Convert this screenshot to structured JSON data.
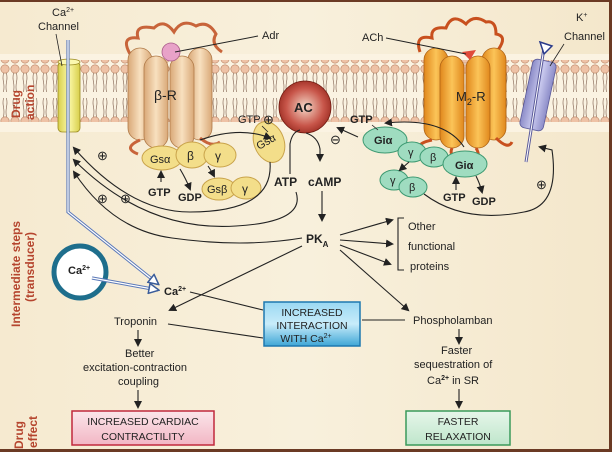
{
  "membrane": {
    "ca_channel_label_1": "Ca",
    "ca_channel_label_sup": "2+",
    "ca_channel_label_2": "Channel",
    "adr_label": "Adr",
    "beta_receptor_label": "β-R",
    "ach_label": "ACh",
    "m2_receptor_label_m": "M",
    "m2_receptor_label_sub": "2",
    "m2_receptor_label_r": "-R",
    "k_channel_label_1": "K",
    "k_channel_label_sup": "+",
    "k_channel_label_2": "Channel",
    "ac_label": "AC"
  },
  "side_labels": {
    "drug_action_1": "Drug",
    "drug_action_2": "action",
    "intermediate_1": "Intermediate steps",
    "intermediate_2": "(transducer)",
    "drug_effect_1": "Drug",
    "drug_effect_2": "effect"
  },
  "gs_proteins": {
    "gs_alpha": "Gsα",
    "beta": "β",
    "gamma": "γ",
    "gs_beta": "Gsβ",
    "gamma2": "γ",
    "gs_alpha_active": "Gsα",
    "gtp_1": "GTP",
    "gdp_1": "GDP",
    "gtp_2": "GTP"
  },
  "gi_proteins": {
    "gi_alpha_active": "Giα",
    "gtp_1": "GTP",
    "gamma": "γ",
    "beta": "β",
    "gi_alpha": "Giα",
    "gamma2": "γ",
    "beta2": "β",
    "gtp_2": "GTP",
    "gdp": "GDP"
  },
  "signs": {
    "plus": "⊕",
    "minus": "⊖"
  },
  "pathway": {
    "atp": "ATP",
    "camp": "cAMP",
    "pka": "PK",
    "pka_sub": "A",
    "other_1": "Other",
    "other_2": "functional",
    "other_3": "proteins",
    "ca_store": "Ca",
    "ca_store_sup": "2+",
    "ca_free": "Ca",
    "ca_free_sup": "2+",
    "troponin": "Troponin",
    "better_1": "Better",
    "better_2": "excitation-contraction",
    "better_3": "coupling",
    "interaction_1": "INCREASED",
    "interaction_2": "INTERACTION",
    "interaction_3": "WITH Ca",
    "interaction_sup": "2+",
    "phospholamban": "Phospholamban",
    "faster_seq_1": "Faster",
    "faster_seq_2": "sequestration of",
    "faster_seq_3a": "Ca",
    "faster_seq_3sup": "2+",
    "faster_seq_3b": " in SR"
  },
  "effects": {
    "contractility_1": "INCREASED CARDIAC",
    "contractility_2": "CONTRACTILITY",
    "relaxation_1": "FASTER",
    "relaxation_2": "RELAXATION"
  },
  "colors": {
    "background": "#f7eed8",
    "membrane_head": "#e8b89a",
    "beta_receptor": "#f2cfa3",
    "m2_receptor": "#f4a53a",
    "gs_protein": "#f3de8a",
    "gi_protein": "#9fdcc0",
    "ac_enzyme": "#b23a2c",
    "ca_channel": "#f1ee7a",
    "k_channel": "#a8a8dc",
    "side_label": "#b5452e",
    "contractility_box": "#f7c9d3",
    "interaction_box": "#5bb8e0",
    "relaxation_box": "#cfecd8"
  }
}
